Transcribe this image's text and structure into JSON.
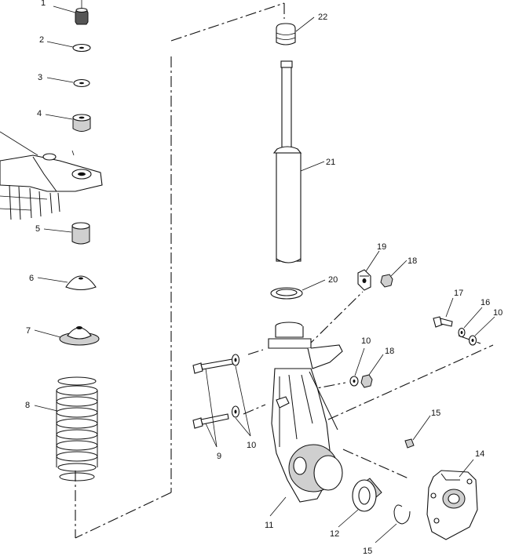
{
  "callouts": [
    {
      "id": "c1",
      "text": "1"
    },
    {
      "id": "c2",
      "text": "2"
    },
    {
      "id": "c3",
      "text": "3"
    },
    {
      "id": "c4",
      "text": "4"
    },
    {
      "id": "c5",
      "text": "5"
    },
    {
      "id": "c6",
      "text": "6"
    },
    {
      "id": "c7",
      "text": "7"
    },
    {
      "id": "c8",
      "text": "8"
    },
    {
      "id": "c9",
      "text": "9"
    },
    {
      "id": "c10a",
      "text": "10"
    },
    {
      "id": "c10b",
      "text": "10"
    },
    {
      "id": "c10c",
      "text": "10"
    },
    {
      "id": "c11",
      "text": "11"
    },
    {
      "id": "c12",
      "text": "12"
    },
    {
      "id": "c14",
      "text": "14"
    },
    {
      "id": "c15a",
      "text": "15"
    },
    {
      "id": "c15b",
      "text": "15"
    },
    {
      "id": "c16",
      "text": "16"
    },
    {
      "id": "c17",
      "text": "17"
    },
    {
      "id": "c18a",
      "text": "18"
    },
    {
      "id": "c18b",
      "text": "18"
    },
    {
      "id": "c19",
      "text": "19"
    },
    {
      "id": "c20",
      "text": "20"
    },
    {
      "id": "c21",
      "text": "21"
    },
    {
      "id": "c22",
      "text": "22"
    }
  ]
}
